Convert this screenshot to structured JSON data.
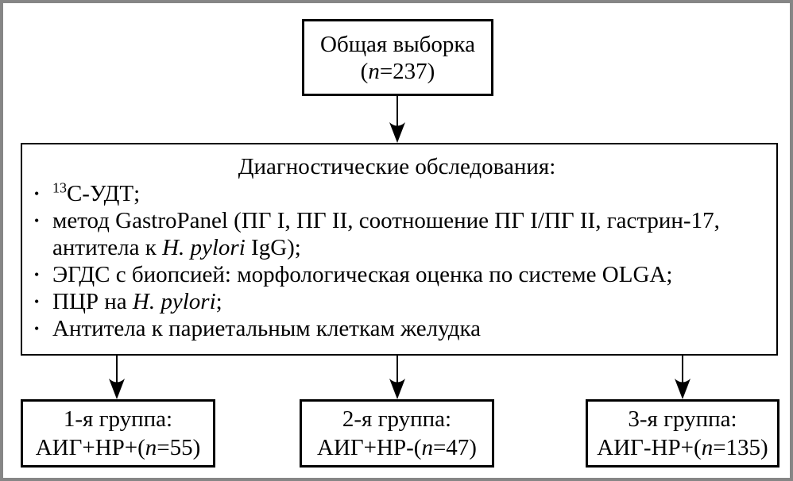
{
  "colors": {
    "line": "#000000",
    "frame_gray": "#868686",
    "bg": "#ffffff"
  },
  "top_box": {
    "line1": "Общая выборка",
    "line2_runs": [
      {
        "t": "("
      },
      {
        "t": "n",
        "i": true
      },
      {
        "t": "=237)"
      }
    ]
  },
  "diagnostics_box": {
    "title": "Диагностические обследования:",
    "bullet_char": "•",
    "bullets": [
      {
        "lines": [
          [
            {
              "t": "13",
              "sup": true
            },
            {
              "t": "C-УДТ;"
            }
          ]
        ]
      },
      {
        "lines": [
          [
            {
              "t": "метод GastroPanel (ПГ I, ПГ II, соотношение ПГ I/ПГ II, гастрин-17,"
            }
          ],
          [
            {
              "t": "антитела к "
            },
            {
              "t": "H. pylori",
              "i": true
            },
            {
              "t": " IgG);"
            }
          ]
        ]
      },
      {
        "lines": [
          [
            {
              "t": "ЭГДС с биопсией: морфологическая оценка по системе OLGA;"
            }
          ]
        ]
      },
      {
        "lines": [
          [
            {
              "t": "ПЦР на "
            },
            {
              "t": "H. pylori",
              "i": true
            },
            {
              "t": ";"
            }
          ]
        ]
      },
      {
        "lines": [
          [
            {
              "t": "Антитела к париетальным клеткам желудка"
            }
          ]
        ]
      }
    ]
  },
  "groups": [
    {
      "title": "1-я группа:",
      "label_runs": [
        {
          "t": "АИГ+HP+("
        },
        {
          "t": "n",
          "i": true
        },
        {
          "t": "=55)"
        }
      ]
    },
    {
      "title": "2-я группа:",
      "label_runs": [
        {
          "t": "АИГ+HP-("
        },
        {
          "t": "n",
          "i": true
        },
        {
          "t": "=47)"
        }
      ]
    },
    {
      "title": "3-я группа:",
      "label_runs": [
        {
          "t": "АИГ-HP+("
        },
        {
          "t": "n",
          "i": true
        },
        {
          "t": "=135)"
        }
      ]
    }
  ]
}
